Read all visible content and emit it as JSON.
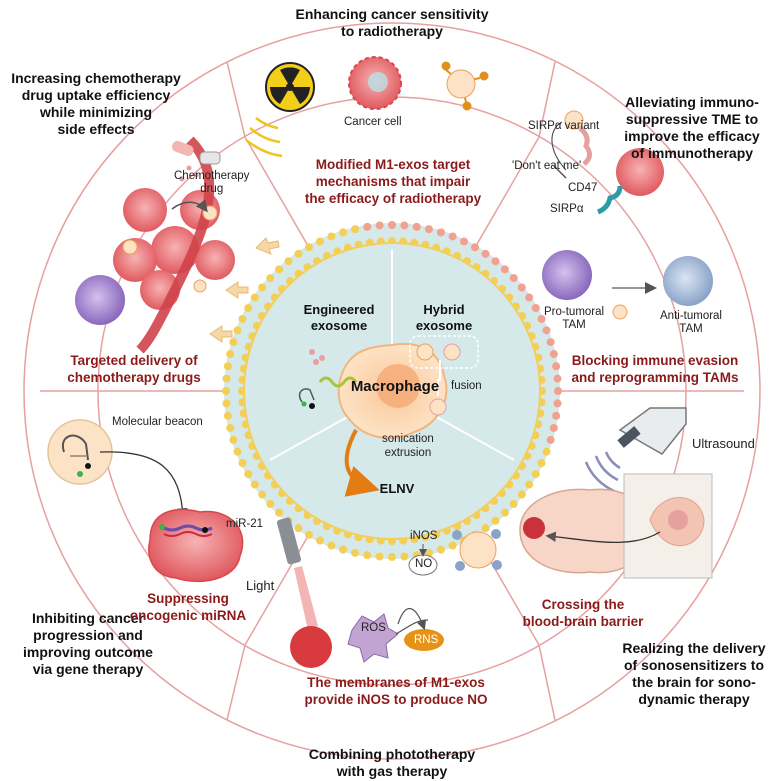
{
  "outer_labels": {
    "top": "Enhancing cancer sensitivity\nto radiotherapy",
    "top_left": "Increasing chemotherapy\ndrug uptake efficiency\nwhile minimizing\nside effects",
    "top_right": "Alleviating immuno-\nsuppressive TME to\nimprove the efficacy\nof immunotherapy",
    "bottom_left": "Inhibiting cancer\nprogression and\nimproving outcome\nvia gene therapy",
    "bottom_right": "Realizing the delivery\nof sonosensitizers to\nthe brain for sono-\ndynamic therapy",
    "bottom": "Combining phototherapy\nwith gas therapy"
  },
  "segment_titles": {
    "radiotherapy": "Modified M1-exos target\nmechanisms that impair\nthe efficacy of radiotherapy",
    "chemotherapy": "Targeted delivery of\nchemotherapy drugs",
    "immune": "Blocking immune evasion\nand reprogramming TAMs",
    "mirna": "Suppressing\noncogenic miRNA",
    "bbb": "Crossing the\nblood-brain barrier",
    "no": "The membranes of M1-exos\nprovide iNOS to produce NO"
  },
  "small_labels": {
    "cancer_cell": "Cancer cell",
    "chemo_drug": "Chemotherapy\ndrug",
    "sirpa_variant": "SIRPα variant",
    "dont_eat_me": "'Don't eat me'",
    "cd47": "CD47",
    "sirpa": "SIRPα",
    "pro_tumoral": "Pro-tumoral\nTAM",
    "anti_tumoral": "Anti-tumoral\nTAM",
    "molecular_beacon": "Molecular beacon",
    "mir21": "miR-21",
    "ultrasound": "Ultrasound",
    "inos": "iNOS",
    "no": "NO",
    "light": "Light",
    "ros": "ROS",
    "rns": "RNS"
  },
  "center": {
    "engineered": "Engineered\nexosome",
    "hybrid": "Hybrid\nexosome",
    "macrophage": "Macrophage",
    "fusion": "fusion",
    "process": "sonication\nextrusion",
    "elnv": "ELNV"
  },
  "colors": {
    "segment_title": "#8b1a1a",
    "ring_line": "#e7a0a0",
    "membrane_yellow": "#f3cf55",
    "core_fill": "#d5e8ea",
    "cancer_pink": "#e9777d",
    "tam_purple": "#9b7cc4",
    "anti_tam_blue": "#8fa7cc",
    "arrow_orange": "#e37c13"
  }
}
